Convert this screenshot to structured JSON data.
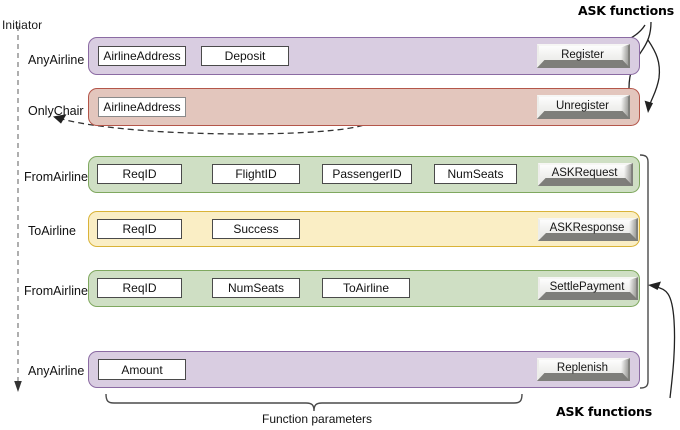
{
  "diagram": {
    "initiator_axis_label": "Initiator",
    "annotations": {
      "ask_functions_top": "ASK functions",
      "ask_functions_bottom": "ASK functions",
      "function_parameters": "Function parameters"
    },
    "colors": {
      "purple_fill": "#d9cde1",
      "purple_border": "#8b6ba3",
      "salmon_fill": "#e3c6bd",
      "salmon_border": "#b4564a",
      "green_fill": "#cfdfc4",
      "green_border": "#7fa85f",
      "yellow_fill": "#faeec5",
      "yellow_border": "#d9b338",
      "box_fill": "#ffffff",
      "box_border": "#4a4a4a",
      "button_face": "#f2f2f0",
      "button_shadow": "#7e7e7a"
    },
    "rows": [
      {
        "actor": "AnyAirline",
        "color": "purple",
        "params": [
          "AirlineAddress",
          "Deposit"
        ],
        "function": "Register"
      },
      {
        "actor": "OnlyChair",
        "color": "salmon",
        "params": [
          "AirlineAddress"
        ],
        "function": "Unregister"
      },
      {
        "actor": "FromAirline",
        "color": "green",
        "params": [
          "ReqID",
          "FlightID",
          "PassengerID",
          "NumSeats"
        ],
        "function": "ASKRequest"
      },
      {
        "actor": "ToAirline",
        "color": "yellow",
        "params": [
          "ReqID",
          "Success"
        ],
        "function": "ASKResponse"
      },
      {
        "actor": "FromAirline",
        "color": "green",
        "params": [
          "ReqID",
          "NumSeats",
          "ToAirline"
        ],
        "function": "SettlePayment"
      },
      {
        "actor": "AnyAirline",
        "color": "purple",
        "params": [
          "Amount"
        ],
        "function": "Replenish"
      }
    ]
  }
}
